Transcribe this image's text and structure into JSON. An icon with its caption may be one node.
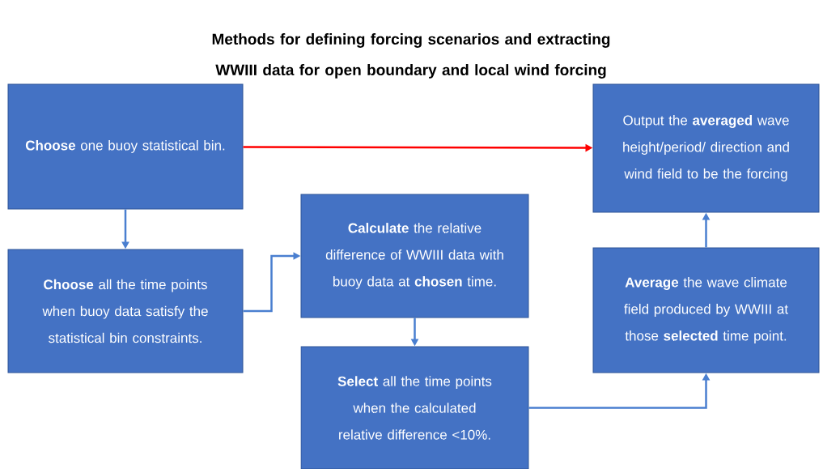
{
  "diagram": {
    "title": "Methods for defining forcing scenarios and extracting WWIII data for open boundary and local wind forcing",
    "nodes": [
      {
        "text": [
          "**Choose** one buoy statistical  bin."
        ]
      },
      {
        "text": [
          "**Choose** all the time points when buoy data satisfy the statistical bin constraints."
        ]
      },
      {
        "text": [
          "**Calculate** the relative difference of WWIII data with buoy data at **chosen** time."
        ]
      },
      {
        "text": [
          "**Select** all the time points when the calculated relative difference <10%."
        ]
      },
      {
        "text": [
          "**Average** the wave climate field produced by WWIII at those **selected** time point."
        ]
      },
      {
        "text": [
          "Output the **averaged** wave height/period/ direction and wind field to be the forcing"
        ]
      }
    ],
    "edges": [
      {
        "from": 0,
        "to": 5,
        "arrow": "to",
        "color": "#ff0000"
      },
      {
        "from": 0,
        "to": 1,
        "arrow": "to"
      },
      {
        "from": 1,
        "to": 2,
        "arrow": "to"
      },
      {
        "from": 2,
        "to": 3,
        "arrow": "to"
      },
      {
        "from": 3,
        "to": 4,
        "arrow": "to"
      },
      {
        "from": 4,
        "to": 5,
        "arrow": "to"
      }
    ]
  }
}
